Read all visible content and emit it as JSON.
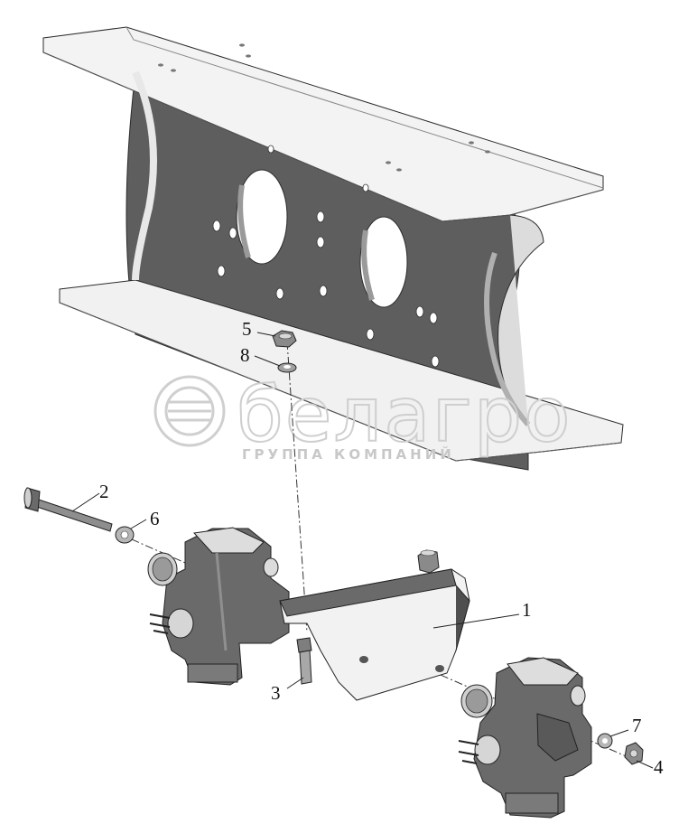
{
  "watermark": {
    "brand": "белагро",
    "tagline": "ГРУППА КОМПАНИЙ"
  },
  "callouts": [
    {
      "id": "1",
      "text": "1"
    },
    {
      "id": "2",
      "text": "2"
    },
    {
      "id": "3",
      "text": "3"
    },
    {
      "id": "4",
      "text": "4"
    },
    {
      "id": "5",
      "text": "5"
    },
    {
      "id": "6",
      "text": "6"
    },
    {
      "id": "7",
      "text": "7"
    },
    {
      "id": "8",
      "text": "8"
    }
  ],
  "colors": {
    "part_dark": "#5f5f5f",
    "part_mid": "#8a8a8a",
    "part_light": "#eeeeee",
    "flange": "#f2f2f2"
  }
}
